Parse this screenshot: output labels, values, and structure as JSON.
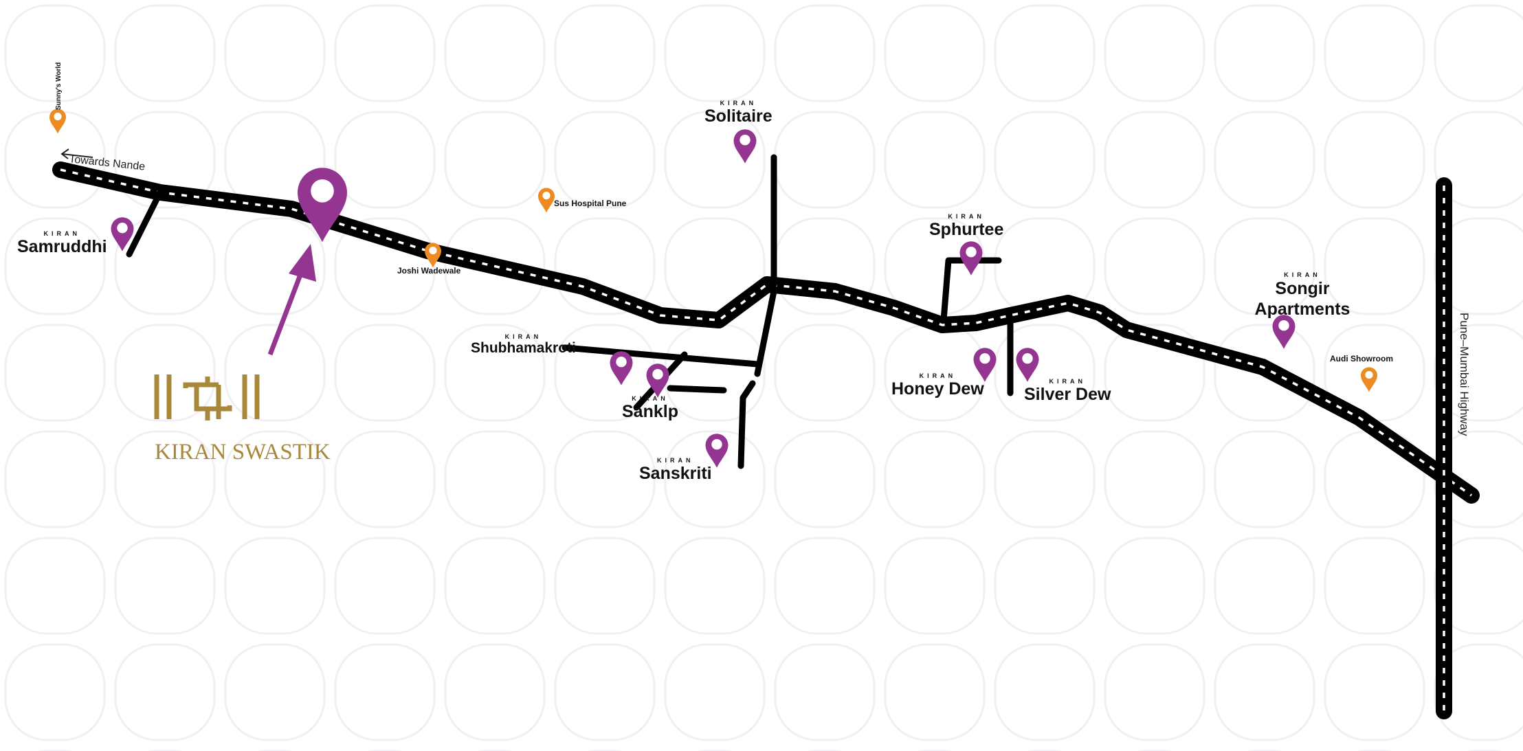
{
  "title": "Kiran Swastik location map",
  "brand": {
    "name": "KIRAN SWASTIK",
    "color": "#a8893b"
  },
  "colors": {
    "project_pin": "#943591",
    "landmark_pin": "#ee8a22",
    "road": "#000000",
    "logo_gold": "#a8893b"
  },
  "roads": {
    "towards": "Towards Nande",
    "highway": "Pune–Mumbai Highway"
  },
  "projects": [
    {
      "prefix": "KIRAN",
      "name": "Samruddhi"
    },
    {
      "prefix": "KIRAN",
      "name": "Solitaire"
    },
    {
      "prefix": "KIRAN",
      "name": "Sphurtee"
    },
    {
      "prefix": "KIRAN",
      "name": "Shubhamakroti"
    },
    {
      "prefix": "KIRAN",
      "name": "Sanklp"
    },
    {
      "prefix": "KIRAN",
      "name": "Sanskriti"
    },
    {
      "prefix": "KIRAN",
      "name": "Honey Dew"
    },
    {
      "prefix": "KIRAN",
      "name": "Silver Dew"
    },
    {
      "prefix": "KIRAN",
      "name": "Songir Apartments"
    }
  ],
  "landmarks": [
    "Sunny's World",
    "Sus Hospital Pune",
    "Joshi Wadewale",
    "Audi Showroom"
  ]
}
